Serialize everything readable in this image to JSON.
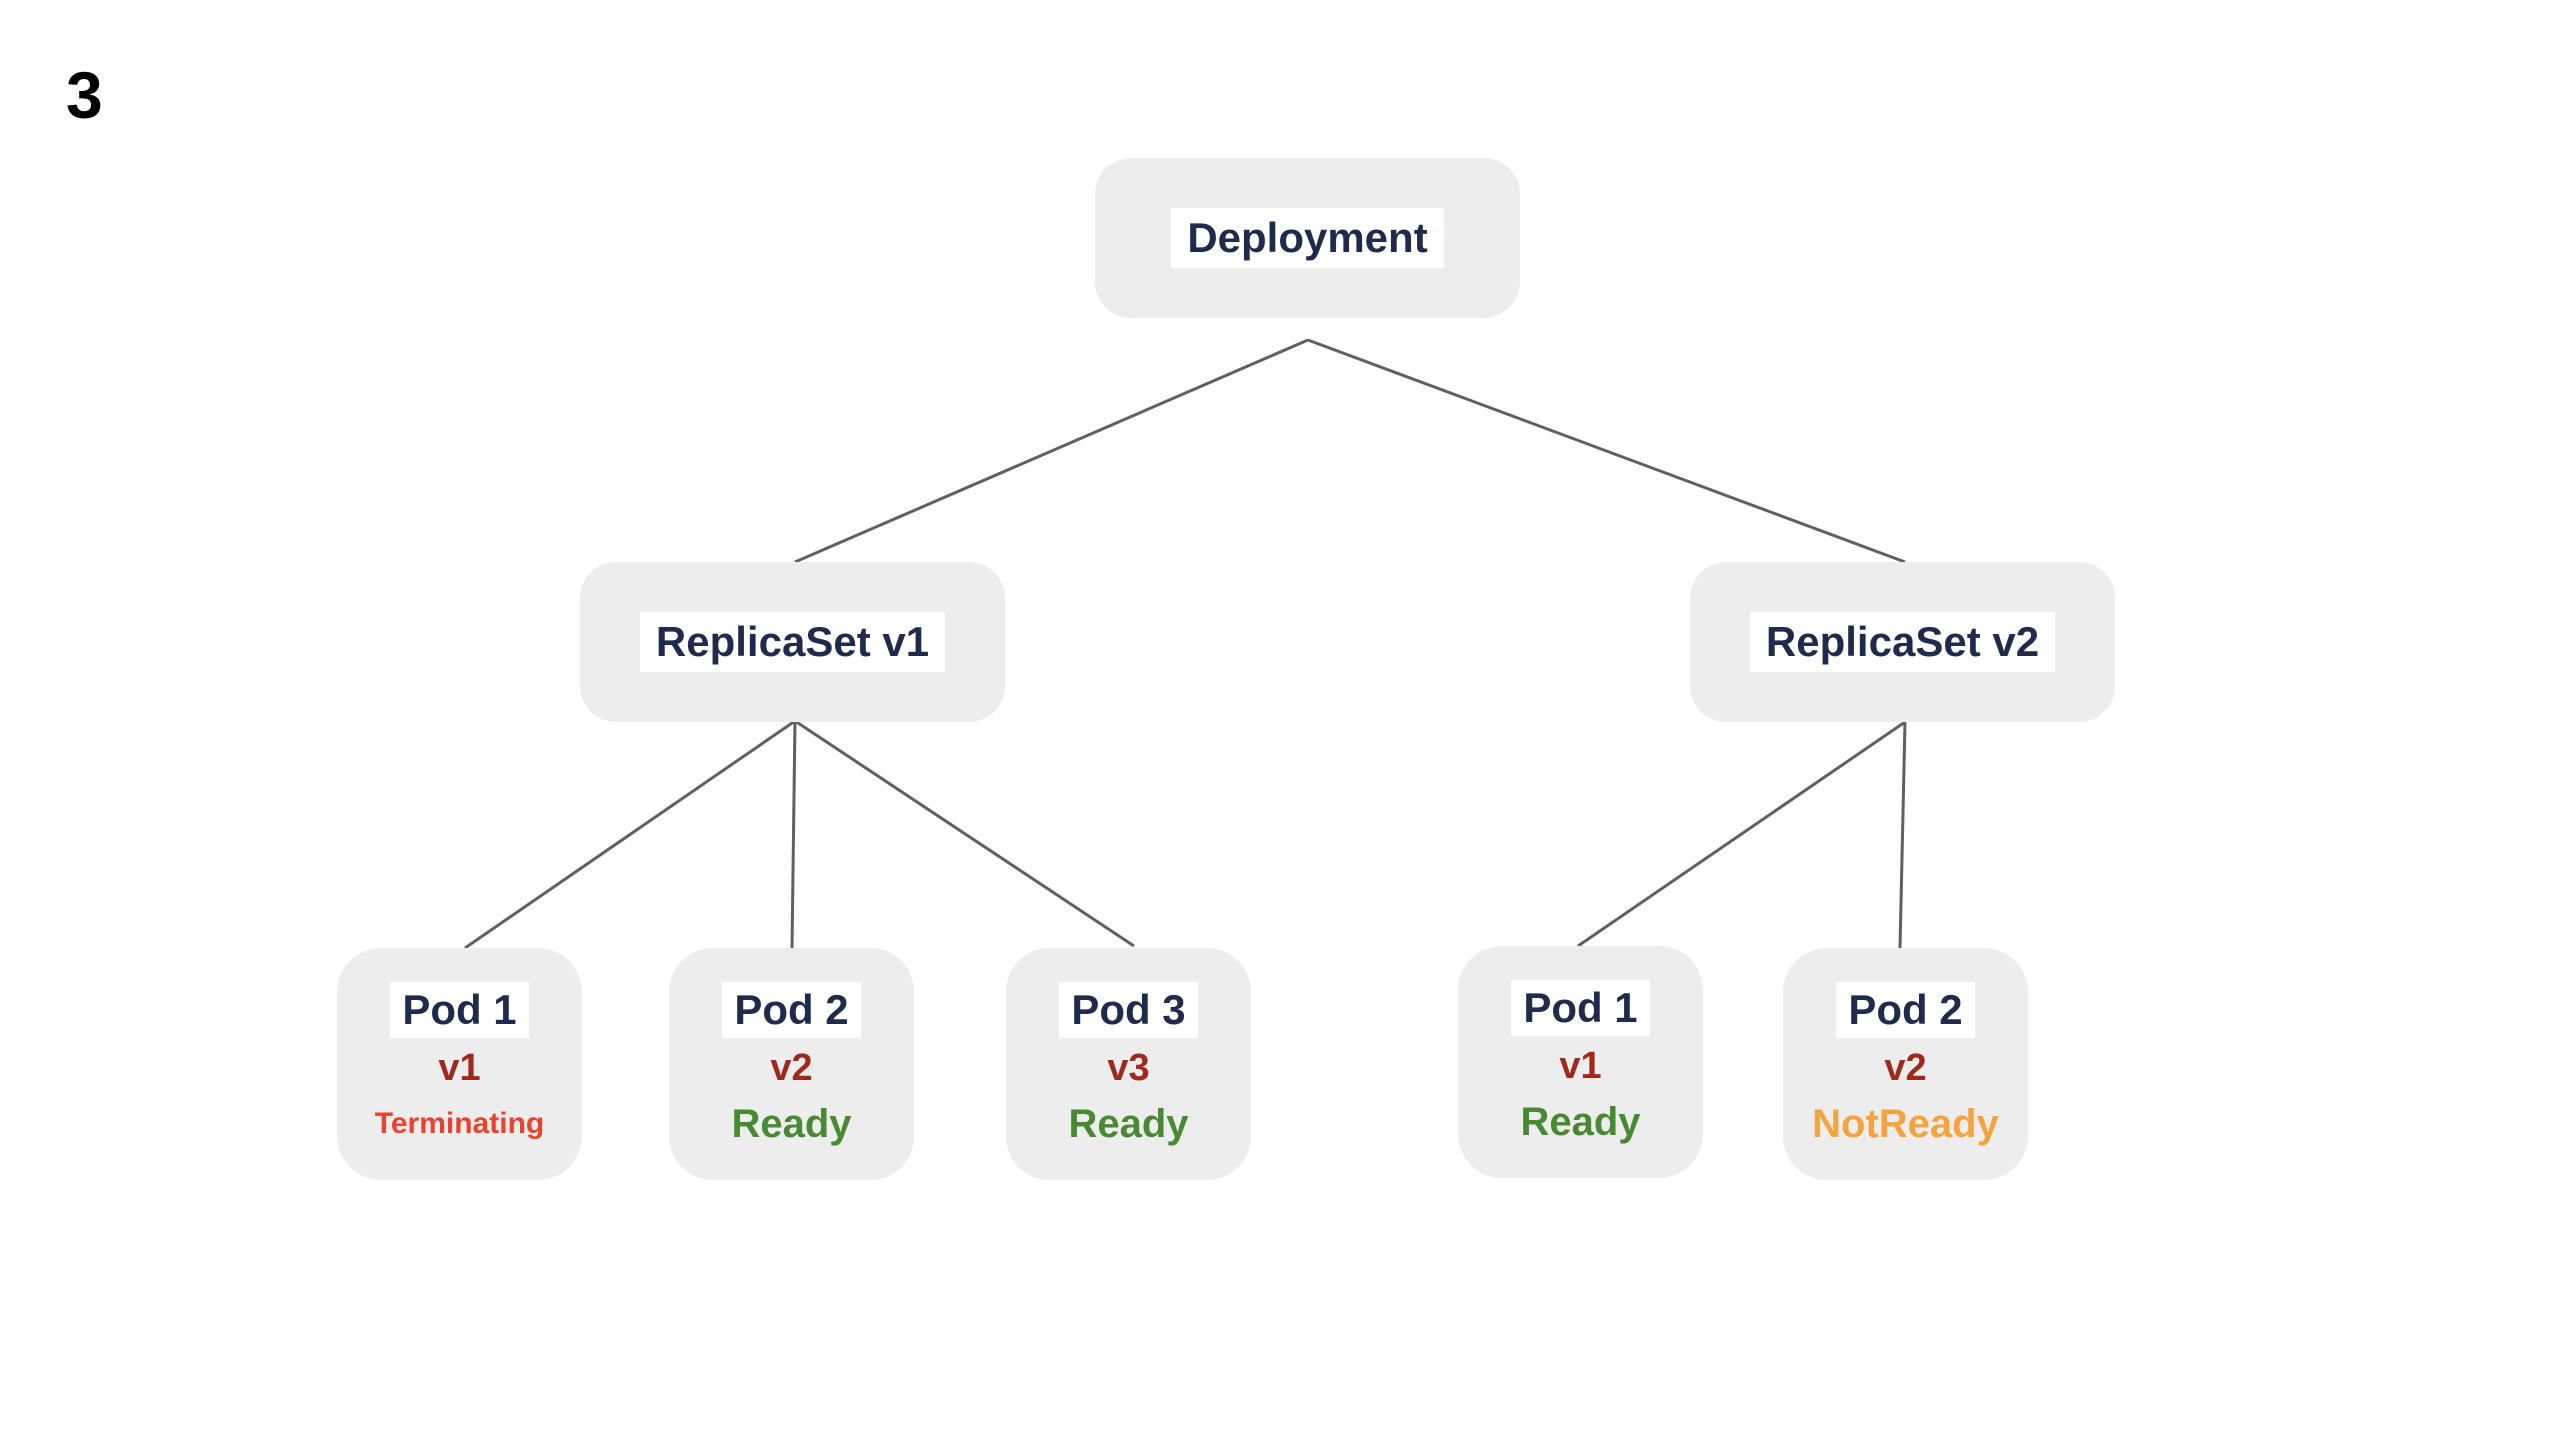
{
  "page": {
    "slide_number": "3",
    "background": "#ffffff"
  },
  "colors": {
    "node_fill": "#ededed",
    "label_background": "#ffffff",
    "title_text": "#1f2b4c",
    "version_text": "#9e2a1b",
    "status_ready": "#4a8933",
    "status_terminating": "#e8432c",
    "status_notready": "#f2a43e",
    "connector_line": "#606060",
    "slide_number_text": "#000000"
  },
  "diagram": {
    "deployment": {
      "label": "Deployment"
    },
    "replicasets": [
      {
        "label": "ReplicaSet v1"
      },
      {
        "label": "ReplicaSet v2"
      }
    ],
    "pods": [
      {
        "title": "Pod 1",
        "version": "v1",
        "status": "Terminating",
        "status_color": "#e8432c",
        "parent": "ReplicaSet v1"
      },
      {
        "title": "Pod 2",
        "version": "v2",
        "status": "Ready",
        "status_color": "#4a8933",
        "parent": "ReplicaSet v1"
      },
      {
        "title": "Pod 3",
        "version": "v3",
        "status": "Ready",
        "status_color": "#4a8933",
        "parent": "ReplicaSet v1"
      },
      {
        "title": "Pod 1",
        "version": "v1",
        "status": "Ready",
        "status_color": "#4a8933",
        "parent": "ReplicaSet v2"
      },
      {
        "title": "Pod 2",
        "version": "v2",
        "status": "NotReady",
        "status_color": "#f2a43e",
        "parent": "ReplicaSet v2"
      }
    ],
    "edges": [
      {
        "from": "Deployment",
        "to": "ReplicaSet v1"
      },
      {
        "from": "Deployment",
        "to": "ReplicaSet v2"
      },
      {
        "from": "ReplicaSet v1",
        "to": "Pod 1 (v1)"
      },
      {
        "from": "ReplicaSet v1",
        "to": "Pod 2 (v2)"
      },
      {
        "from": "ReplicaSet v1",
        "to": "Pod 3 (v3)"
      },
      {
        "from": "ReplicaSet v2",
        "to": "Pod 1 (v1)"
      },
      {
        "from": "ReplicaSet v2",
        "to": "Pod 2 (v2)"
      }
    ]
  }
}
